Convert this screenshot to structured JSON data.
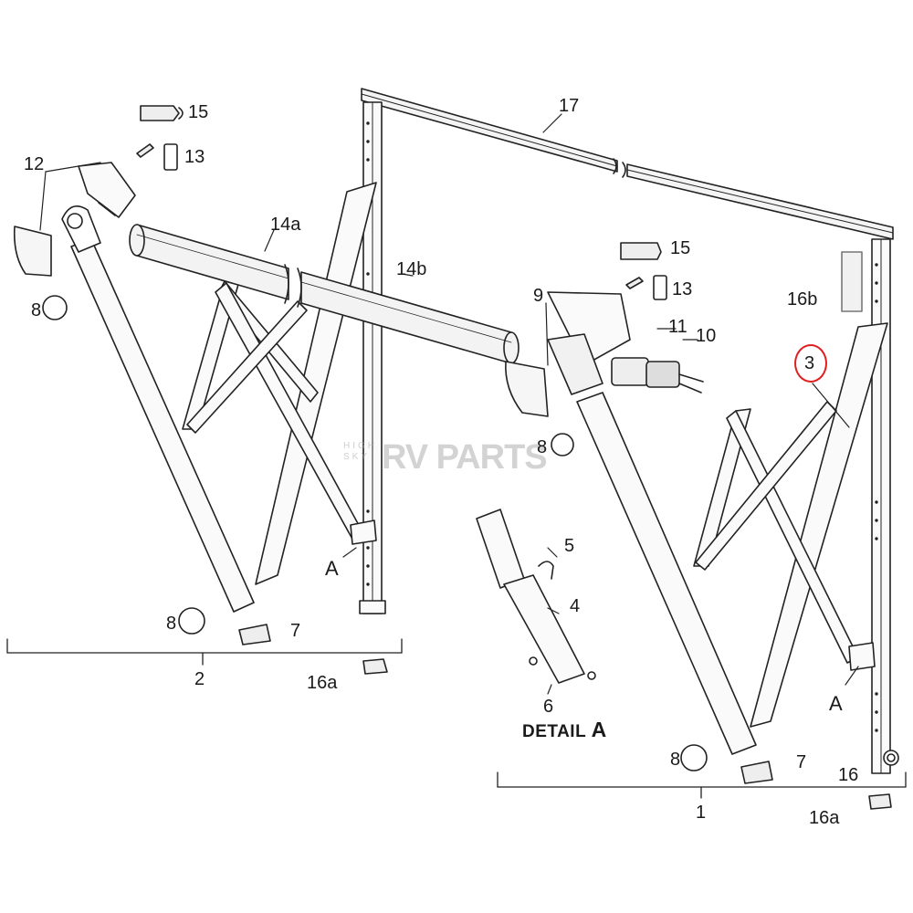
{
  "labels": {
    "p1": "1",
    "p2": "2",
    "p3": "3",
    "p4": "4",
    "p5": "5",
    "p6": "6",
    "p7_left": "7",
    "p7_right": "7",
    "p8_left_top": "8",
    "p8_left_bottom": "8",
    "p8_mid": "8",
    "p8_right_bottom": "8",
    "p9": "9",
    "p10": "10",
    "p11": "11",
    "p12": "12",
    "p13_left": "13",
    "p13_right": "13",
    "p14a": "14a",
    "p14b": "14b",
    "p15_left": "15",
    "p15_right": "15",
    "p16": "16",
    "p16a_left": "16a",
    "p16a_right": "16a",
    "p16b": "16b",
    "p17": "17",
    "a_left": "A",
    "a_right": "A",
    "detail_text": "DETAIL",
    "detail_letter": "A"
  },
  "watermark": {
    "small_line1": "HIGH",
    "small_line2": "SKY",
    "text": "RV PARTS"
  },
  "highlight": {
    "callout": "3",
    "color": "#e02020"
  }
}
